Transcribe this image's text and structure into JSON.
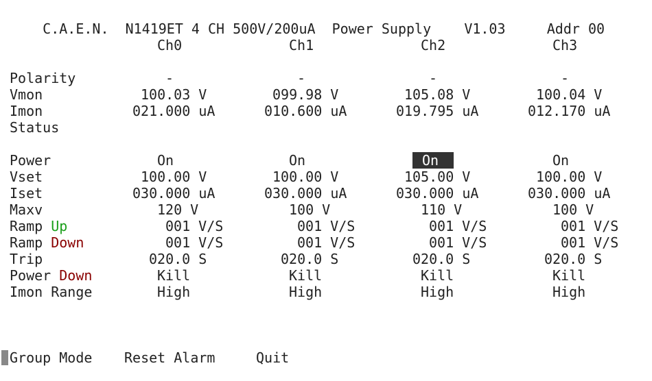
{
  "header": {
    "brand": "C.A.E.N.",
    "model": "N1419ET 4 CH 500V/200uA",
    "device": "Power Supply",
    "version": "V1.03",
    "address": "Addr 00"
  },
  "channels": [
    "Ch0",
    "Ch1",
    "Ch2",
    "Ch3"
  ],
  "labels": {
    "polarity": "Polarity",
    "vmon": "Vmon",
    "imon": "Imon",
    "status": "Status",
    "power": "Power",
    "vset": "Vset",
    "iset": "Iset",
    "maxv": "Maxv",
    "ramp_up_a": "Ramp ",
    "ramp_up_b": "Up",
    "ramp_down_a": "Ramp ",
    "ramp_down_b": "Down",
    "trip": "Trip",
    "power_down_a": "Power ",
    "power_down_b": "Down",
    "imon_range": "Imon Range"
  },
  "values": {
    "polarity": [
      "-",
      "-",
      "-",
      "-"
    ],
    "vmon": [
      "100.03 V",
      "099.98 V",
      "105.08 V",
      "100.04 V"
    ],
    "imon": [
      "021.000 uA",
      "010.600 uA",
      "019.795 uA",
      "012.170 uA"
    ],
    "power": [
      "On",
      "On",
      "On",
      "On"
    ],
    "vset": [
      "100.00 V",
      "100.00 V",
      "105.00 V",
      "100.00 V"
    ],
    "iset": [
      "030.000 uA",
      "030.000 uA",
      "030.000 uA",
      "030.000 uA"
    ],
    "maxv": [
      "120 V",
      "100 V",
      "110 V",
      "100 V"
    ],
    "ramp_up": [
      "001 V/S",
      "001 V/S",
      "001 V/S",
      "001 V/S"
    ],
    "ramp_down": [
      "001 V/S",
      "001 V/S",
      "001 V/S",
      "001 V/S"
    ],
    "trip": [
      "020.0 S",
      "020.0 S",
      "020.0 S",
      "020.0 S"
    ],
    "power_down": [
      "Kill",
      "Kill",
      "Kill",
      "Kill"
    ],
    "imon_range": [
      "High",
      "High",
      "High",
      "High"
    ]
  },
  "menu": {
    "group_mode": "Group Mode",
    "reset_alarm": "Reset Alarm",
    "quit": "Quit"
  },
  "colors": {
    "up": "#1a9e1a",
    "down": "#8a0000",
    "selection_bg": "#333333"
  }
}
